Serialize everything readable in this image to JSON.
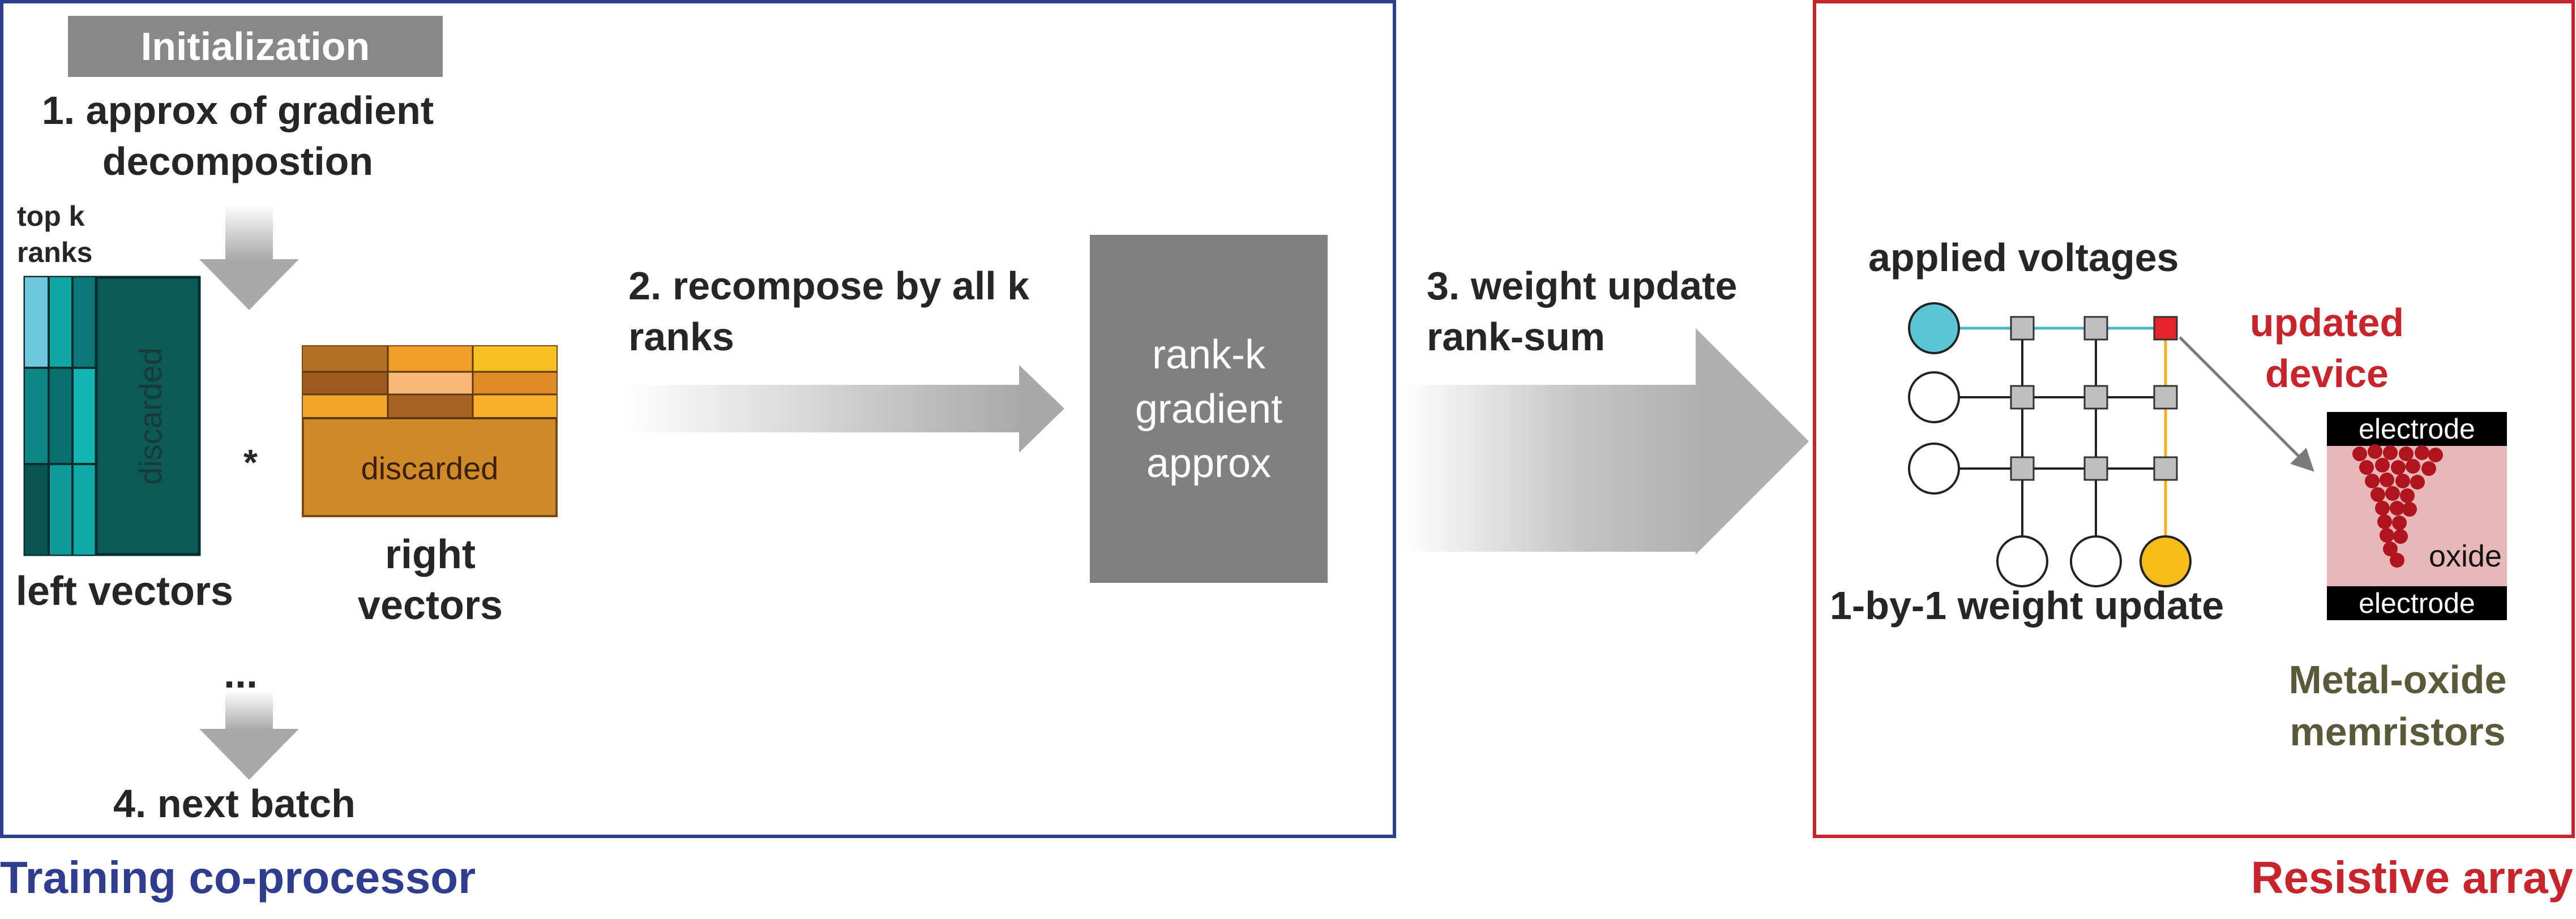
{
  "processor": {
    "label": "Training co-processor",
    "init_label": "Initialization",
    "step1": "1. approx of gradient decompostion",
    "top_k": "top k ranks",
    "left_discarded": "discarded",
    "multiply": "*",
    "right_discarded": "discarded",
    "left_vectors": "left vectors",
    "right_vectors": "right vectors",
    "ellipsis": "...",
    "step4": "4. next batch",
    "step2": "2. recompose by all k ranks",
    "approx_box": "rank-k gradient approx",
    "step3": "3. weight update rank-sum"
  },
  "array": {
    "label": "Resistive array",
    "applied_voltages": "applied voltages",
    "one_by_one": "1-by-1 weight update",
    "updated_device": "updated device",
    "electrode_top": "electrode",
    "oxide": "oxide",
    "electrode_bottom": "electrode",
    "memristors": "Metal-oxide memristors"
  },
  "colors": {
    "processor_border": "#2e3d8f",
    "array_border": "#c8242b",
    "array_label": "#c8242b",
    "processor_label": "#2e3d8f",
    "updated_device": "#c8242b",
    "memristor_label": "#5a5a3a",
    "teal_dark": "#0b5a58",
    "teal_mid": "#0f8c8a",
    "orange": "#d08a2a",
    "gray_box": "#808080",
    "input_cyan": "#5bc5d8",
    "output_yellow": "#f7bb1a",
    "oxide_pink": "#e8b8b8",
    "filament_red": "#b0151f"
  }
}
